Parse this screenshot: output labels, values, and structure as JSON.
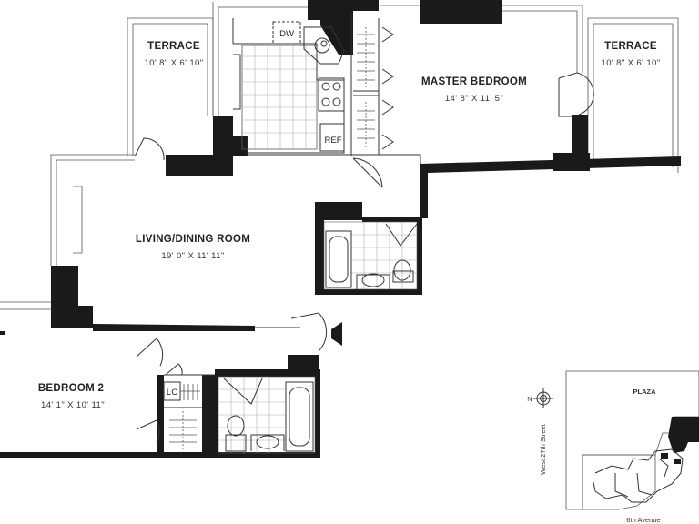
{
  "rooms": {
    "terrace_left": {
      "name": "TERRACE",
      "dims": "10' 8\" X 6' 10\""
    },
    "terrace_right": {
      "name": "TERRACE",
      "dims": "10' 8\" X 6' 10\""
    },
    "master_bedroom": {
      "name": "MASTER BEDROOM",
      "dims": "14' 8\" X 11' 5\""
    },
    "living_dining": {
      "name": "LIVING/DINING ROOM",
      "dims": "19' 0\" X 11' 11\""
    },
    "bedroom_2": {
      "name": "BEDROOM 2",
      "dims": "14' 1\" X 10' 11\""
    }
  },
  "fixtures": {
    "dishwasher": "DW",
    "refrigerator": "REF",
    "linen_closet": "LC"
  },
  "site_map": {
    "plaza": "PLAZA",
    "north": "N",
    "street_west": "West 27th Street",
    "street_south": "6th Avenue"
  }
}
